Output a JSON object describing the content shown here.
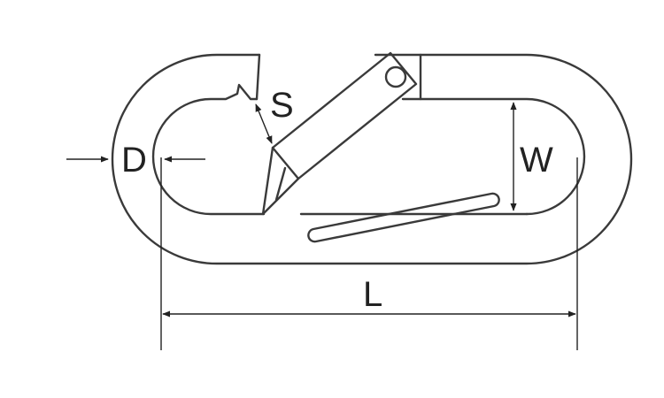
{
  "labels": {
    "s": "S",
    "d": "D",
    "w": "W",
    "l": "L"
  },
  "colors": {
    "stroke": "#3a3a3a",
    "background": "#ffffff"
  }
}
